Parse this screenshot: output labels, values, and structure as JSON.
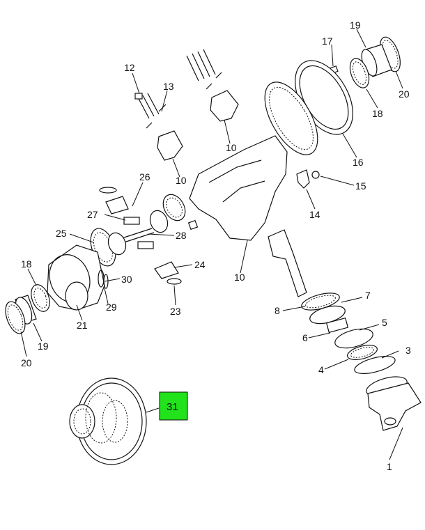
{
  "callouts": {
    "c1": "1",
    "c3": "3",
    "c4": "4",
    "c5": "5",
    "c6": "6",
    "c7": "7",
    "c8": "8",
    "c10a": "10",
    "c10b": "10",
    "c10c": "10",
    "c12": "12",
    "c13": "13",
    "c14": "14",
    "c15": "15",
    "c16": "16",
    "c17": "17",
    "c18a": "18",
    "c18b": "18",
    "c19a": "19",
    "c19b": "19",
    "c20a": "20",
    "c20b": "20",
    "c21": "21",
    "c23": "23",
    "c24": "24",
    "c25": "25",
    "c26": "26",
    "c27": "27",
    "c28": "28",
    "c29": "29",
    "c30": "30",
    "c31": "31"
  },
  "highlight_color": "#22e21b"
}
